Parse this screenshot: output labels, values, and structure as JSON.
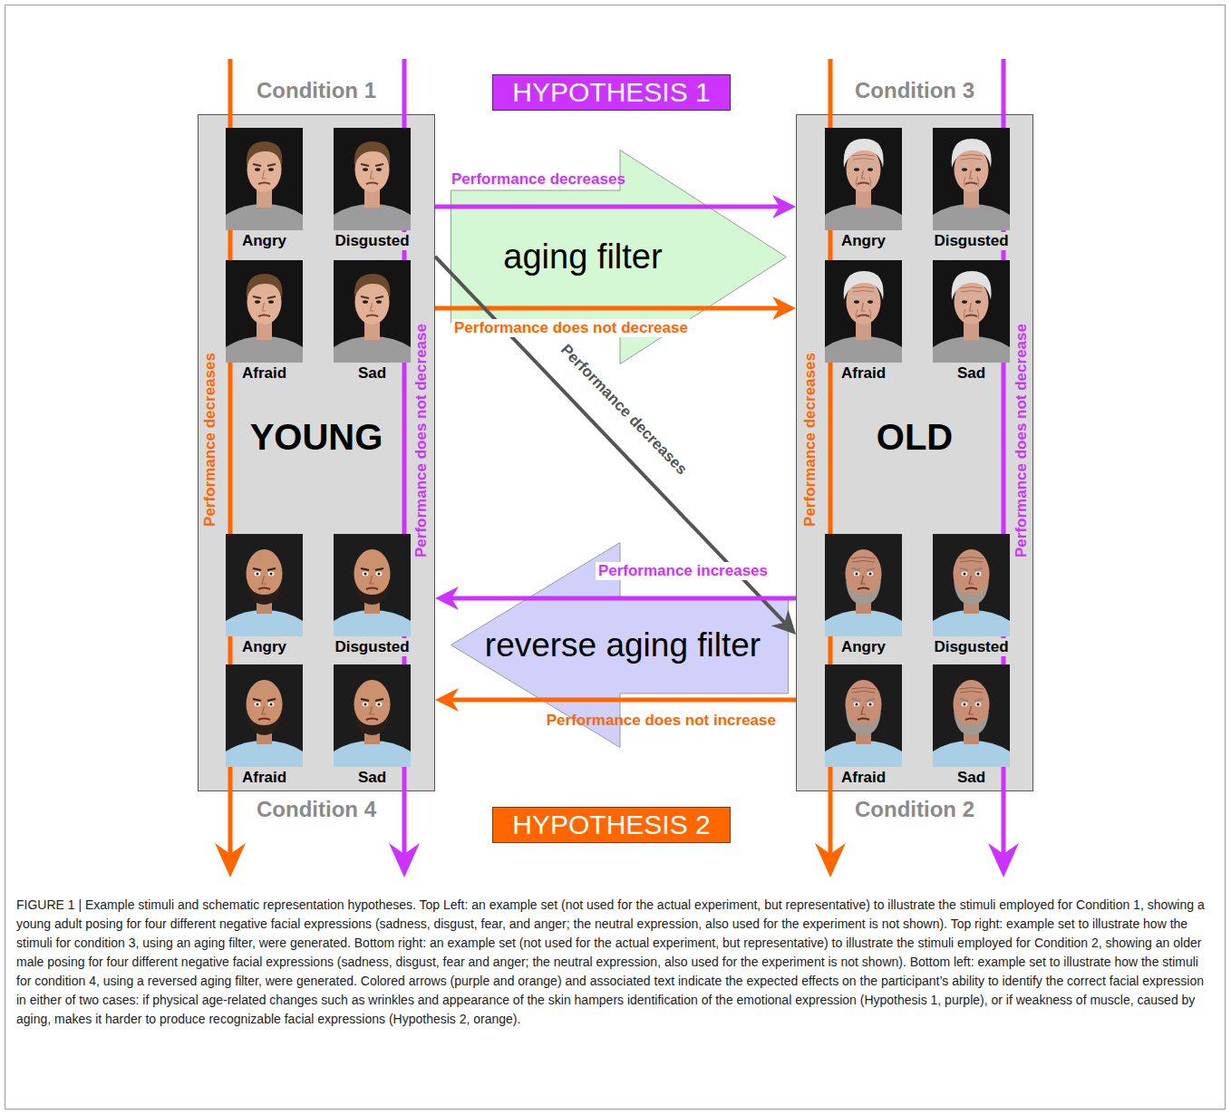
{
  "diagram": {
    "caption": "FIGURE 1 | Example stimuli and schematic representation hypotheses. Top Left: an example set (not used for the actual experiment, but representative) to illustrate the stimuli employed for Condition 1, showing a young adult posing for four different negative facial expressions (sadness, disgust, fear, and anger; the neutral expression, also used for the experiment is not shown). Top right: example set to illustrate how the stimuli for condition 3, using an aging filter, were generated. Bottom right: an example set (not used for the actual experiment, but representative) to illustrate the stimuli employed for Condition 2, showing an older male posing for four different negative facial expressions (sadness, disgust, fear and anger; the neutral expression, also used for the experiment is not shown). Bottom left: example set to illustrate how the stimuli for condition 4, using a reversed aging filter, were generated. Colored arrows (purple and orange) and associated text indicate the expected effects on the participant’s ability to identify the correct facial expression in either of two cases: if physical age-related changes such as wrinkles and appearance of the skin hampers identification of the emotional expression (Hypothesis 1, purple), or if weakness of muscle, caused by aging, makes it harder to produce recognizable facial expressions (Hypothesis 2, orange).",
    "nodes": [
      {
        "text": [
          "HYPOTHESIS 1"
        ]
      },
      {
        "text": [
          "Condition 1",
          "YOUNG",
          "Condition 4"
        ]
      },
      {
        "text": [
          "Condition 3",
          "OLD",
          "Condition 2"
        ]
      },
      {
        "text": [
          "aging filter"
        ]
      },
      {
        "text": [
          "reverse aging filter"
        ]
      },
      {
        "text": [
          "HYPOTHESIS 2"
        ]
      }
    ],
    "edges": [
      {
        "from": 1,
        "to": 2,
        "label": "Performance decreases",
        "arrow": "to"
      },
      {
        "from": 1,
        "to": 2,
        "label": "Performance does not decrease",
        "arrow": "to"
      },
      {
        "from": 1,
        "to": 2,
        "label": "Performance decreases",
        "arrow": "to"
      },
      {
        "from": 2,
        "to": 1,
        "label": "Performance increases",
        "arrow": "to"
      },
      {
        "from": 2,
        "to": 1,
        "label": "Performance does not increase",
        "arrow": "to"
      }
    ],
    "labels": [
      "Angry",
      "Disgusted",
      "Afraid",
      "Sad",
      "Angry",
      "Disgusted",
      "Afraid",
      "Sad",
      "Performance decreases",
      "Performance does not decrease",
      "Performance decreases",
      "Performance does not decrease",
      "Angry",
      "Disgusted",
      "Afraid",
      "Sad",
      "Angry",
      "Disgusted",
      "Afraid",
      "Sad"
    ]
  }
}
